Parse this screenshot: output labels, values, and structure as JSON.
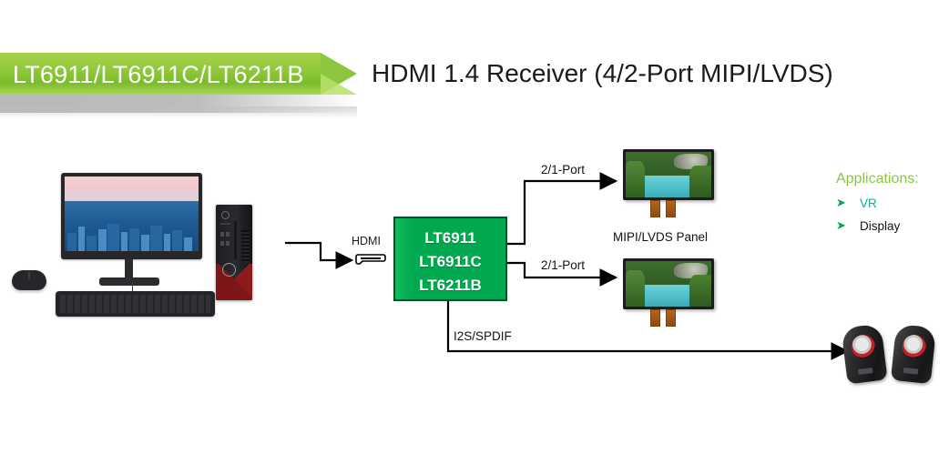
{
  "banner": {
    "label": "LT6911/LT6911C/LT6211B"
  },
  "header": {
    "title": "HDMI 1.4 Receiver (4/2-Port MIPI/LVDS)"
  },
  "chip": {
    "lines": [
      "LT6911",
      "LT6911C",
      "LT6211B"
    ]
  },
  "connectors": {
    "hdmi_label": "HDMI"
  },
  "wires": {
    "out_top_label": "2/1-Port",
    "out_bottom_label": "2/1-Port",
    "audio_label": "I2S/SPDIF"
  },
  "panels": {
    "caption": "MIPI/LVDS  Panel"
  },
  "applications": {
    "title": "Applications:",
    "bullet": "➤",
    "items": [
      {
        "label": "VR"
      },
      {
        "label": "Display"
      }
    ]
  },
  "colors": {
    "banner_green": "#8cc63f",
    "chip_green": "#00a94f",
    "apps_title_green": "#8cc63f",
    "vr_teal": "#00b0a0",
    "bullet_green": "#00a651",
    "wire_black": "#000000"
  },
  "icons": {
    "hdmi_port": "hdmi-port-icon",
    "arrow_bullet": "arrow-bullet-icon"
  }
}
